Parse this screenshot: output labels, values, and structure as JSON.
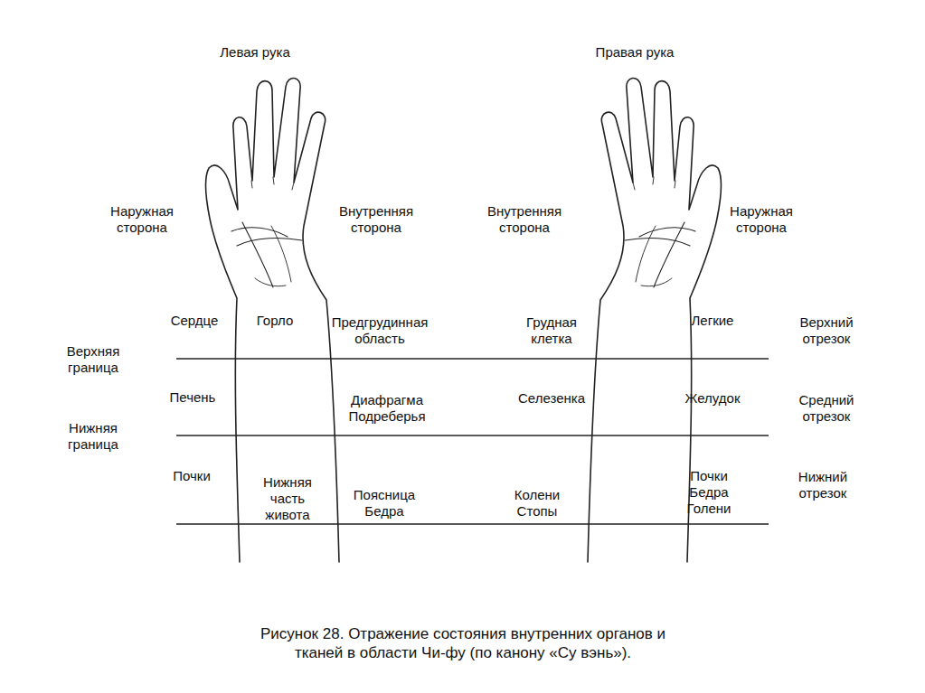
{
  "diagram": {
    "caption": "Рисунок 28. Отражение состояния внутренних органов и тканей в области Чи-фу (по канону «Су вэнь»).",
    "labels": [
      "Левая рука",
      "Правая рука",
      "Наружная сторона",
      "Внутренняя сторона",
      "Внутренняя сторона",
      "Наружная сторона",
      "Сердце",
      "Горло",
      "Предгрудинная область",
      "Грудная клетка",
      "Легкие",
      "Верхний отрезок",
      "Верхняя граница",
      "Печень",
      "Диафрагма Подреберья",
      "Селезенка",
      "Желудок",
      "Средний отрезок",
      "Нижняя граница",
      "Почки",
      "Нижняя часть живота",
      "Поясница Бедра",
      "Колени Стопы",
      "Почки Бедра Голени",
      "Нижний отрезок"
    ]
  }
}
